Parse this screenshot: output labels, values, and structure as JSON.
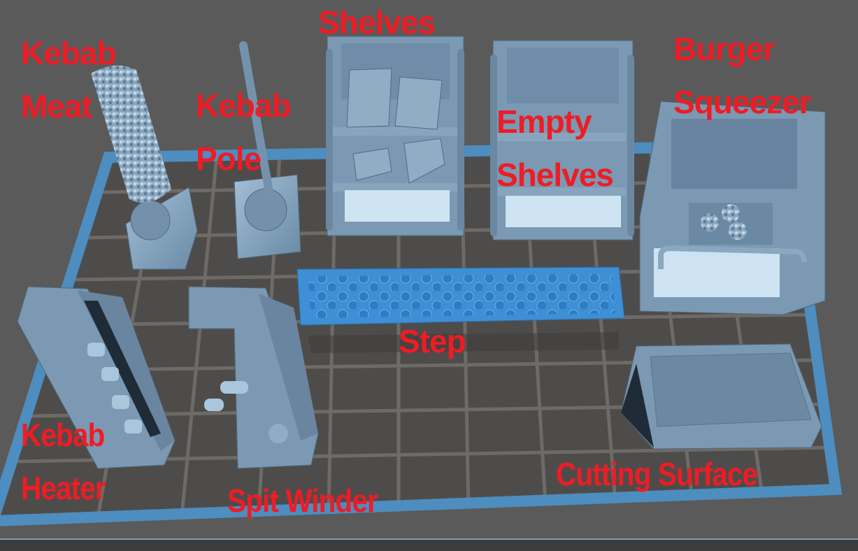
{
  "scene": {
    "description": "3D slicer/preview render of kebab shop terrain pieces on a build plate",
    "colors": {
      "background": "#5a5a5a",
      "plate_border": "#4d8dbf",
      "grid_line": "#6e6a66",
      "grid_fill": "#4e4c4a",
      "model": "#7c9ab4",
      "model_light": "#a8c6dc",
      "model_dark": "#536c82",
      "selected_model": "#3d8fd6",
      "label": "#ee1c25",
      "statusbar": "#3c3c3c"
    }
  },
  "labels": {
    "kebab_meat": [
      "Kebab",
      "Meat"
    ],
    "kebab_pole": [
      "Kebab",
      "Pole"
    ],
    "shelves": "Shelves",
    "empty_shelves": [
      "Empty",
      "Shelves"
    ],
    "burger_squeezer": [
      "Burger",
      "Squeezer"
    ],
    "step": "Step",
    "kebab_heater": [
      "Kebab",
      "Heater"
    ],
    "spit_winder": "Spit Winder",
    "cutting_surface": "Cutting Surface"
  }
}
